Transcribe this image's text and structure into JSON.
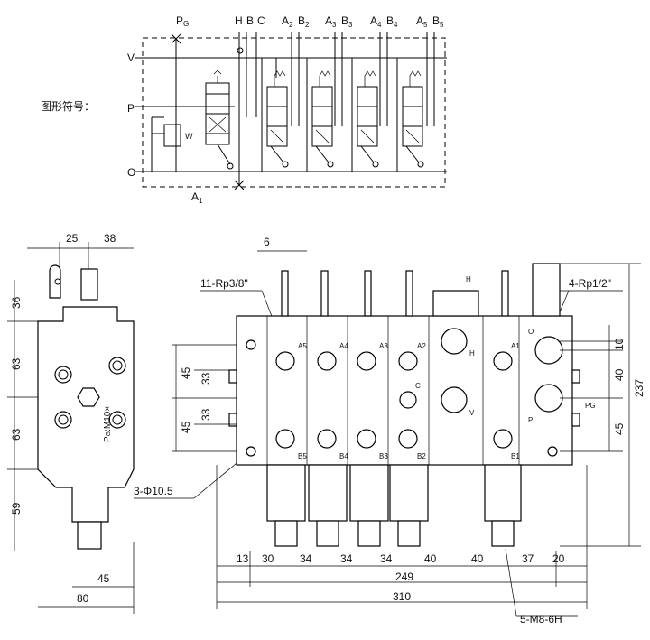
{
  "schematic": {
    "label": "图形符号：",
    "top_ports": [
      {
        "main": "P",
        "sub": "G"
      },
      {
        "main": "H",
        "sub": ""
      },
      {
        "main": "B",
        "sub": ""
      },
      {
        "main": "C",
        "sub": ""
      },
      {
        "main": "A",
        "sub": "2"
      },
      {
        "main": "B",
        "sub": "2"
      },
      {
        "main": "A",
        "sub": "3"
      },
      {
        "main": "B",
        "sub": "3"
      },
      {
        "main": "A",
        "sub": "4"
      },
      {
        "main": "B",
        "sub": "4"
      },
      {
        "main": "A",
        "sub": "5"
      },
      {
        "main": "B",
        "sub": "5"
      }
    ],
    "left_ports": [
      "V",
      "P",
      "O"
    ],
    "bottom_port": {
      "main": "A",
      "sub": "1"
    },
    "relief_label": "W"
  },
  "side_view": {
    "top_dims": [
      "25",
      "38"
    ],
    "left_dims": [
      "36",
      "63",
      "63",
      "59"
    ],
    "port_label": "P",
    "port_label_sub": "G",
    "port_thread": ":M10×",
    "bottom_dims": [
      "45",
      "80"
    ]
  },
  "front_view": {
    "dim_top": "6",
    "callout_ports": "11-Rp3/8\"",
    "callout_main": "4-Rp1/2\"",
    "callout_holes": "3-Φ10.5",
    "callout_threads": "5-M8-6H",
    "left_dims": [
      "45",
      "33",
      "33",
      "45"
    ],
    "right_dims": [
      "10",
      "40",
      "45",
      "237"
    ],
    "bottom_dims": [
      "13",
      "30",
      "34",
      "34",
      "34",
      "40",
      "40",
      "37",
      "20"
    ],
    "total_249": "249",
    "total_310": "310",
    "port_marks_top": [
      "A5",
      "A4",
      "A3",
      "A2",
      "A1"
    ],
    "port_marks_bottom": [
      "B5",
      "B4",
      "B3",
      "B2",
      "B1"
    ],
    "body_marks": [
      "H",
      "C",
      "V",
      "O",
      "P",
      "PG",
      "H"
    ]
  }
}
